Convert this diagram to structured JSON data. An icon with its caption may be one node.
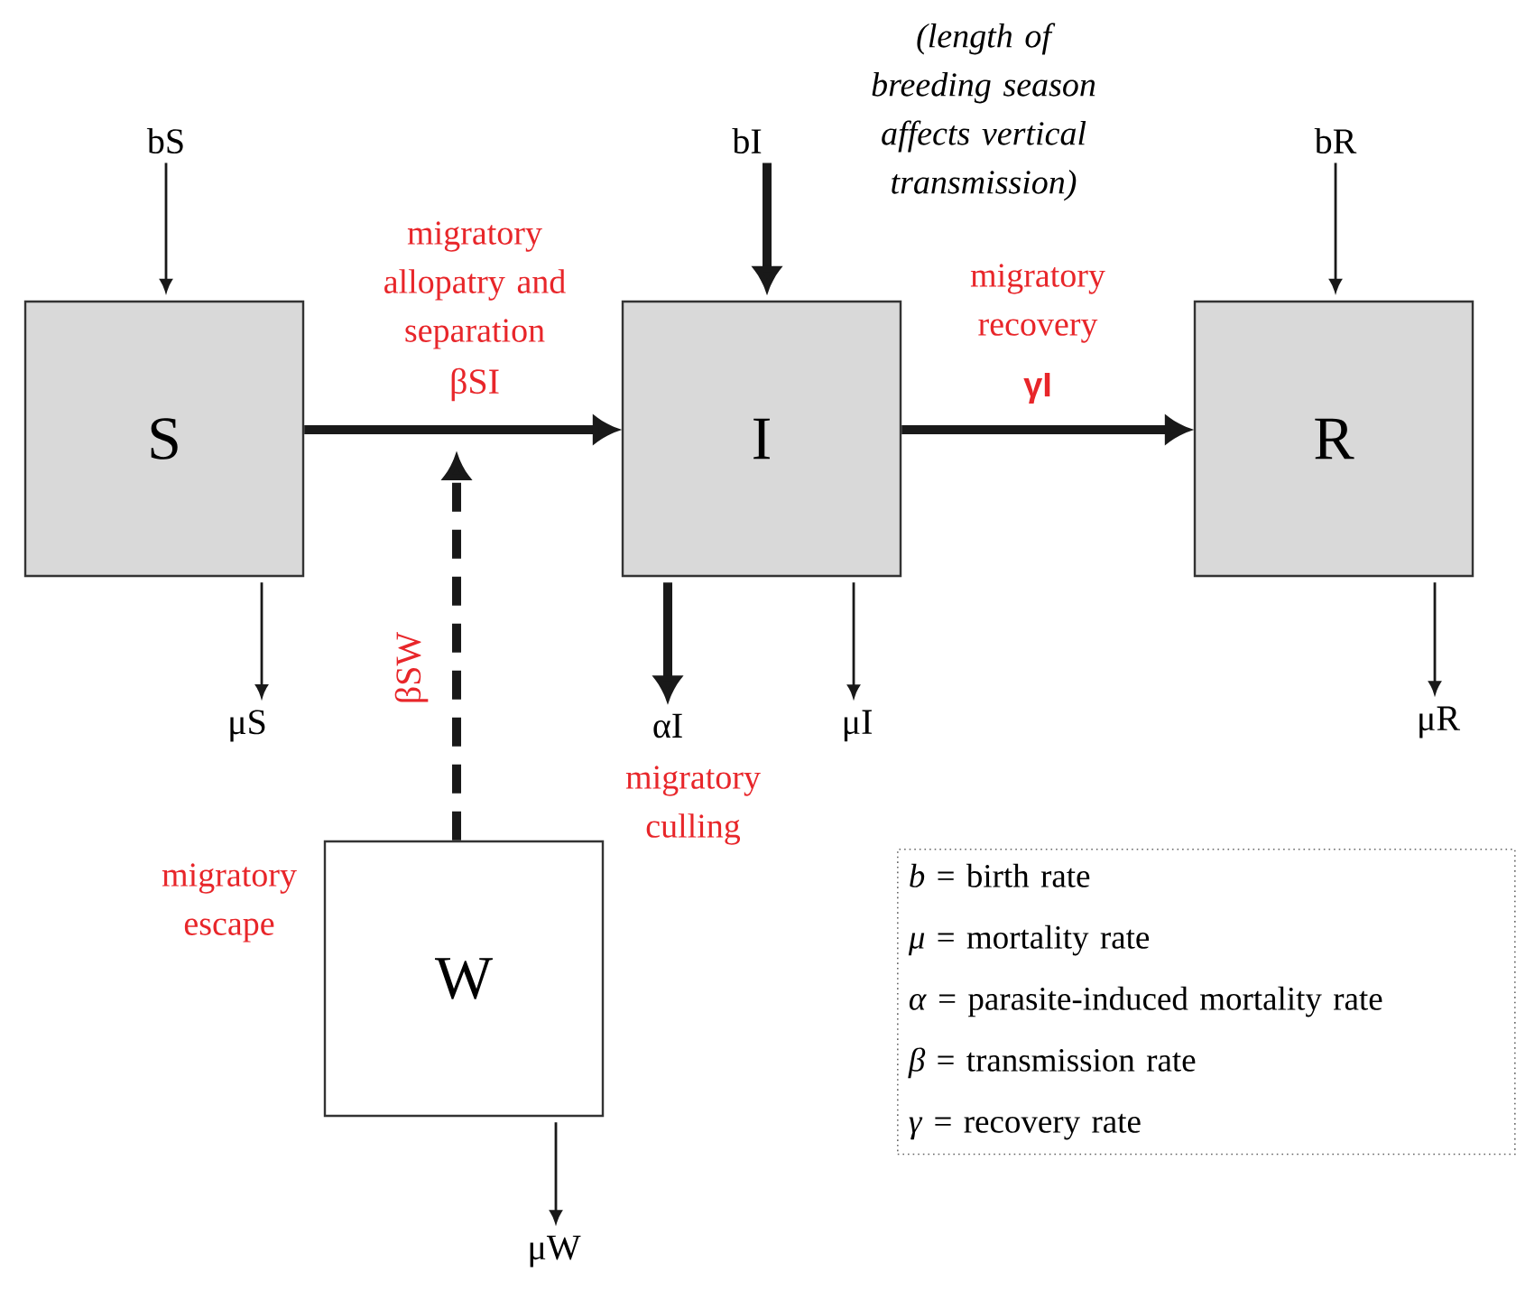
{
  "diagram": {
    "nodes": [
      {
        "text": [
          "S"
        ]
      },
      {
        "text": [
          "I"
        ]
      },
      {
        "text": [
          "R"
        ]
      },
      {
        "text": [
          "W"
        ],
        "beside": [
          "migratory escape"
        ]
      },
      {
        "text": [
          "bS"
        ]
      },
      {
        "text": [
          "bI"
        ],
        "beside": [
          "(length of breeding season affects vertical transmission)"
        ]
      },
      {
        "text": [
          "bR"
        ]
      },
      {
        "text": [
          "μS"
        ]
      },
      {
        "text": [
          "αI"
        ],
        "beside": [
          "migratory culling"
        ]
      },
      {
        "text": [
          "μI"
        ]
      },
      {
        "text": [
          "μR"
        ]
      },
      {
        "text": [
          "μW"
        ]
      },
      {
        "text": [
          "*b* = birth rate",
          "*μ* = mortality rate",
          "*α* = parasite-induced mortality rate",
          "*β* = transmission rate",
          "*γ* = recovery rate"
        ]
      }
    ],
    "edges": [
      {
        "from": 4,
        "to": 0,
        "arrow": "to"
      },
      {
        "from": 5,
        "to": 1,
        "arrow": "to",
        "style": "thick"
      },
      {
        "from": 6,
        "to": 2,
        "arrow": "to"
      },
      {
        "from": 0,
        "to": 7,
        "arrow": "to"
      },
      {
        "from": 1,
        "to": 8,
        "arrow": "to",
        "style": "thick"
      },
      {
        "from": 1,
        "to": 9,
        "arrow": "to"
      },
      {
        "from": 2,
        "to": 10,
        "arrow": "to"
      },
      {
        "from": 3,
        "to": 11,
        "arrow": "to"
      },
      {
        "from": 0,
        "to": 1,
        "arrow": "to",
        "style": "thick",
        "label": "βSI"
      },
      {
        "from": 1,
        "to": 2,
        "arrow": "to",
        "style": "thick",
        "label": "γI"
      },
      {
        "from": 3,
        "to": null,
        "arrow": "to",
        "style": "dashed",
        "label": "βSW"
      }
    ],
    "labels": [
      "migratory allopatry and separation",
      "migratory recovery"
    ]
  }
}
